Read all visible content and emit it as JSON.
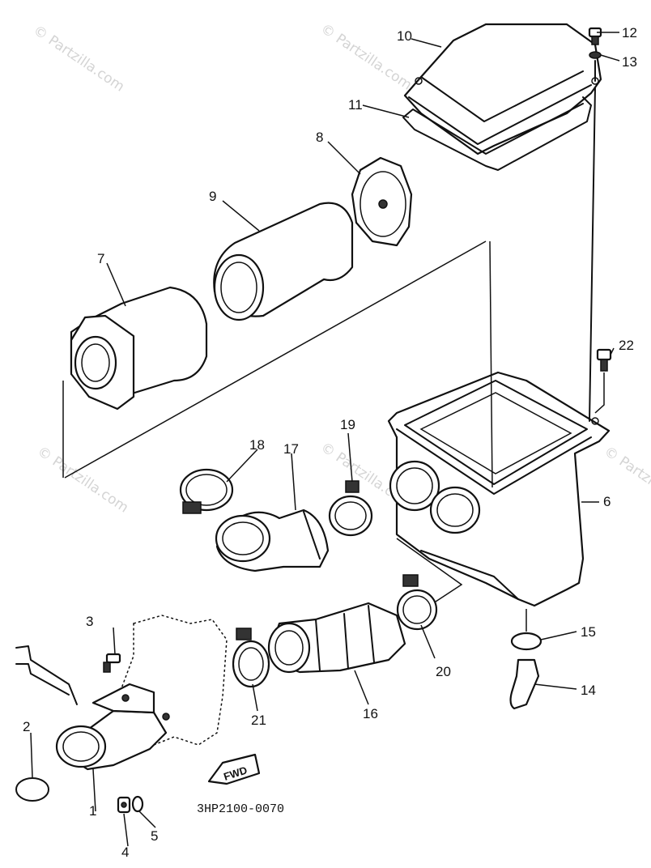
{
  "watermark": "© Partzilla.com",
  "diagram_code": "3HP2100-0070",
  "fwd_label": "FWD",
  "callouts": {
    "p1": "1",
    "p2": "2",
    "p3": "3",
    "p4": "4",
    "p5": "5",
    "p6": "6",
    "p7": "7",
    "p8": "8",
    "p9": "9",
    "p10": "10",
    "p11": "11",
    "p12": "12",
    "p13": "13",
    "p14": "14",
    "p15": "15",
    "p16": "16",
    "p17": "17",
    "p18": "18",
    "p19": "19",
    "p20": "20",
    "p21": "21",
    "p22": "22"
  }
}
